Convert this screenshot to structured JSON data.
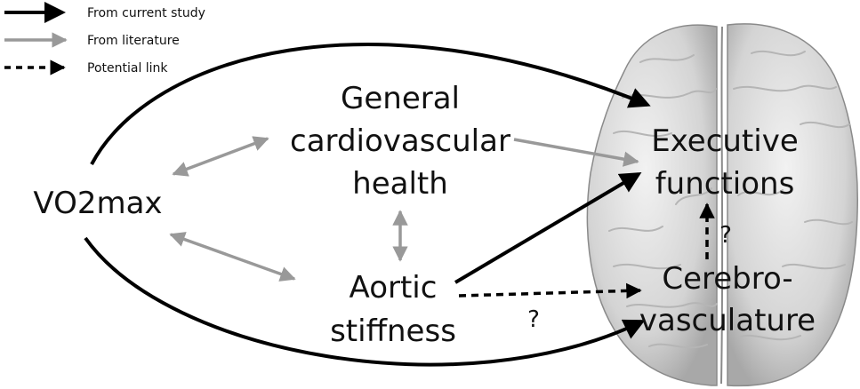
{
  "legend": {
    "current": "From current study",
    "literature": "From literature",
    "potential": "Potential link"
  },
  "nodes": {
    "vo2max": "VO2max",
    "general_line1": "General",
    "general_line2": "cardiovascular",
    "general_line3": "health",
    "executive_line1": "Executive",
    "executive_line2": "functions",
    "aortic_line1": "Aortic",
    "aortic_line2": "stiffness",
    "cerebro_line1": "Cerebro-",
    "cerebro_line2": "vasculature"
  },
  "question_marks": {
    "aortic_to_cerebro": "?",
    "cerebro_to_executive": "?"
  },
  "colors": {
    "current_study": "#000000",
    "literature": "#999999",
    "potential": "#000000"
  }
}
